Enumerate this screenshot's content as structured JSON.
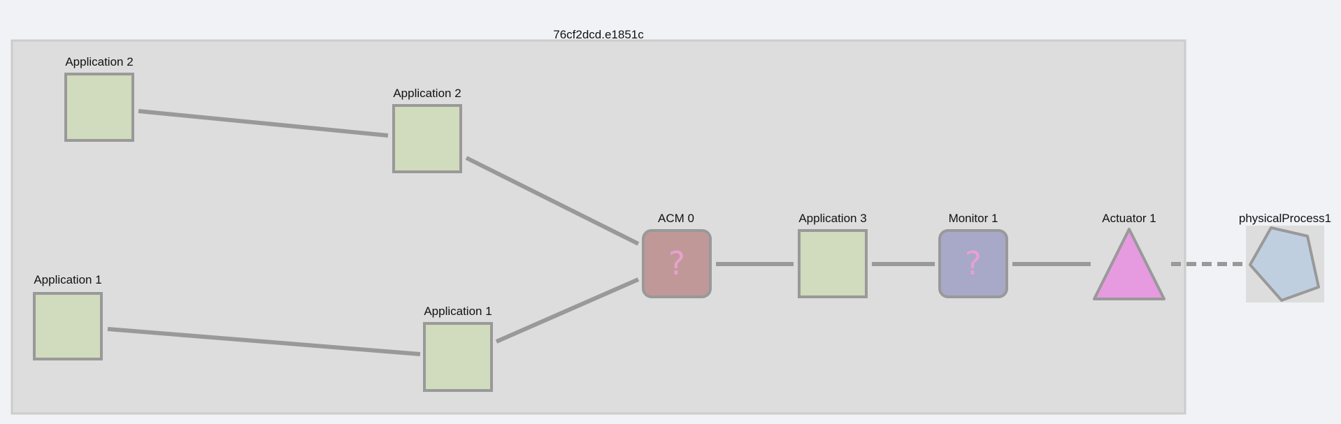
{
  "group": {
    "title": "76cf2dcd.e1851c",
    "fill": "#dddddd",
    "stroke": "#cccccc"
  },
  "colors": {
    "edge": "#999999",
    "node_stroke": "#999999",
    "application_fill": "#d1dbbd",
    "acm_fill": "#c09898",
    "monitor_fill": "#a8a8c8",
    "actuator_fill": "#e69ae0",
    "process_fill": "#c0cfe0",
    "process_bg": "#dddddd",
    "qmark": "#e8a0d0"
  },
  "nodes": {
    "app2_left": {
      "label": "Application 2",
      "shape": "square-node"
    },
    "app2_mid": {
      "label": "Application 2",
      "shape": "square-node"
    },
    "app1_left": {
      "label": "Application 1",
      "shape": "square-node"
    },
    "app1_mid": {
      "label": "Application 1",
      "shape": "square-node"
    },
    "acm0": {
      "label": "ACM 0",
      "shape": "rounded-square-node",
      "glyph": "?"
    },
    "app3": {
      "label": "Application 3",
      "shape": "square-node"
    },
    "monitor1": {
      "label": "Monitor 1",
      "shape": "rounded-square-node",
      "glyph": "?"
    },
    "actuator1": {
      "label": "Actuator 1",
      "shape": "triangle-node"
    },
    "process1": {
      "label": "physicalProcess1",
      "shape": "pentagon-node"
    }
  },
  "edges": [
    {
      "from": "app2_left",
      "to": "app2_mid",
      "style": "solid"
    },
    {
      "from": "app2_mid",
      "to": "acm0",
      "style": "solid"
    },
    {
      "from": "app1_left",
      "to": "app1_mid",
      "style": "solid"
    },
    {
      "from": "app1_mid",
      "to": "acm0",
      "style": "solid"
    },
    {
      "from": "acm0",
      "to": "app3",
      "style": "solid"
    },
    {
      "from": "app3",
      "to": "monitor1",
      "style": "solid"
    },
    {
      "from": "monitor1",
      "to": "actuator1",
      "style": "solid"
    },
    {
      "from": "actuator1",
      "to": "process1",
      "style": "dashed"
    }
  ]
}
